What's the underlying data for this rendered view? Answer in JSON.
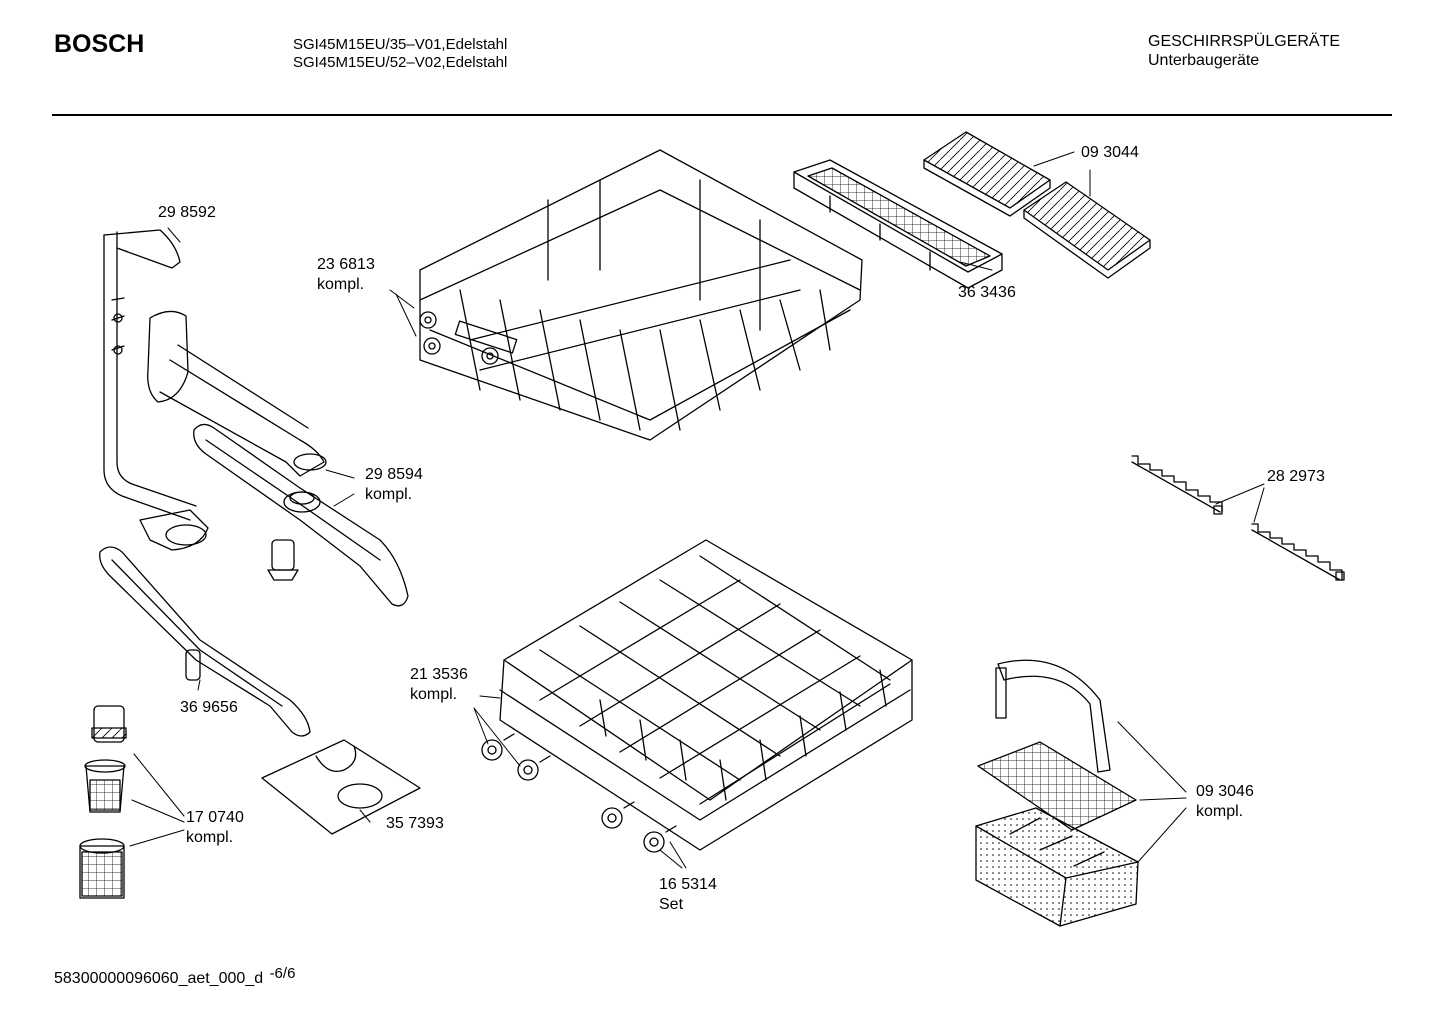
{
  "header": {
    "brand": "BOSCH",
    "model_line_1": "SGI45M15EU/35–V01,Edelstahl",
    "model_line_2": "SGI45M15EU/52–V02,Edelstahl",
    "category": "GESCHIRRSPÜLGERÄTE",
    "subcategory": "Unterbaugeräte"
  },
  "parts": [
    {
      "number": "29 8592",
      "note": ""
    },
    {
      "number": "23 6813",
      "note": "kompl."
    },
    {
      "number": "09 3044",
      "note": ""
    },
    {
      "number": "36 3436",
      "note": ""
    },
    {
      "number": "29 8594",
      "note": "kompl."
    },
    {
      "number": "28 2973",
      "note": ""
    },
    {
      "number": "36 9656",
      "note": ""
    },
    {
      "number": "21 3536",
      "note": "kompl."
    },
    {
      "number": "17 0740",
      "note": "kompl."
    },
    {
      "number": "35 7393",
      "note": ""
    },
    {
      "number": "16 5314",
      "note": "Set"
    },
    {
      "number": "09 3046",
      "note": "kompl."
    }
  ],
  "footer": {
    "doc_id": "58300000096060_aet_000_d",
    "page": "-6/6"
  }
}
